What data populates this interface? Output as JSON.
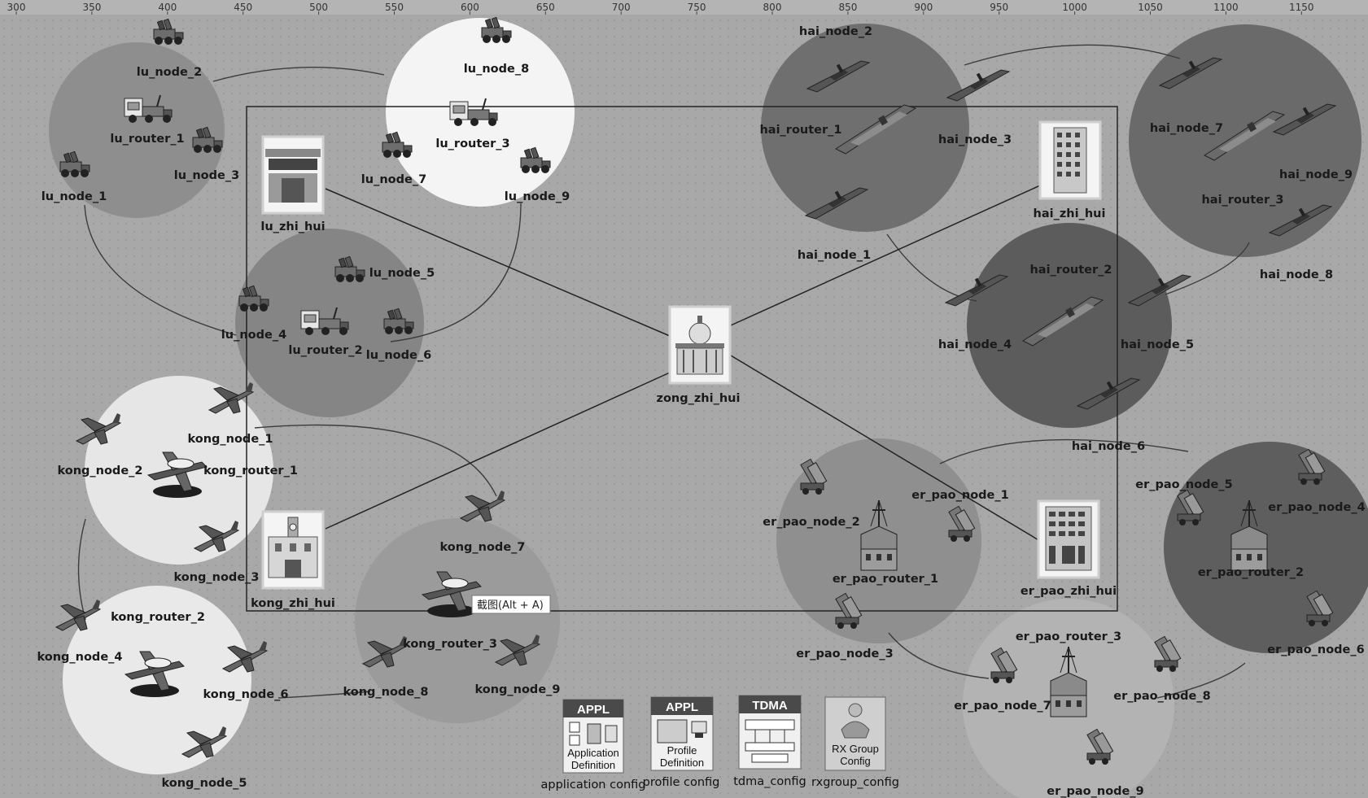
{
  "ruler": {
    "ticks": [
      "300",
      "350",
      "400",
      "450",
      "500",
      "550",
      "600",
      "650",
      "700",
      "750",
      "800",
      "850",
      "900",
      "950",
      "1000",
      "1050",
      "1100",
      "1150"
    ]
  },
  "tooltip": {
    "text": "截图(Alt + A)"
  },
  "nodes": {
    "lu_node_2": "lu_node_2",
    "lu_router_1": "lu_router_1",
    "lu_node_3": "lu_node_3",
    "lu_node_1": "lu_node_1",
    "lu_node_8": "lu_node_8",
    "lu_router_3": "lu_router_3",
    "lu_node_7": "lu_node_7",
    "lu_node_9": "lu_node_9",
    "lu_zhi_hui": "lu_zhi_hui",
    "lu_node_5": "lu_node_5",
    "lu_node_4": "lu_node_4",
    "lu_router_2": "lu_router_2",
    "lu_node_6": "lu_node_6",
    "hai_node_2": "hai_node_2",
    "hai_router_1": "hai_router_1",
    "hai_node_3": "hai_node_3",
    "hai_node_1": "hai_node_1",
    "hai_zhi_hui": "hai_zhi_hui",
    "hai_node_7": "hai_node_7",
    "hai_node_9": "hai_node_9",
    "hai_router_3": "hai_router_3",
    "hai_node_8": "hai_node_8",
    "hai_router_2": "hai_router_2",
    "hai_node_4": "hai_node_4",
    "hai_node_5": "hai_node_5",
    "hai_node_6": "hai_node_6",
    "zong_zhi_hui": "zong_zhi_hui",
    "kong_node_1": "kong_node_1",
    "kong_node_2": "kong_node_2",
    "kong_router_1": "kong_router_1",
    "kong_node_3": "kong_node_3",
    "kong_zhi_hui": "kong_zhi_hui",
    "kong_node_7": "kong_node_7",
    "kong_router_3": "kong_router_3",
    "kong_node_8": "kong_node_8",
    "kong_node_9": "kong_node_9",
    "kong_router_2": "kong_router_2",
    "kong_node_4": "kong_node_4",
    "kong_node_6": "kong_node_6",
    "kong_node_5": "kong_node_5",
    "er_pao_node_2": "er_pao_node_2",
    "er_pao_node_1": "er_pao_node_1",
    "er_pao_router_1": "er_pao_router_1",
    "er_pao_node_3": "er_pao_node_3",
    "er_pao_zhi_hui": "er_pao_zhi_hui",
    "er_pao_node_5": "er_pao_node_5",
    "er_pao_node_4": "er_pao_node_4",
    "er_pao_router_2": "er_pao_router_2",
    "er_pao_node_6": "er_pao_node_6",
    "er_pao_router_3": "er_pao_router_3",
    "er_pao_node_7": "er_pao_node_7",
    "er_pao_node_8": "er_pao_node_8",
    "er_pao_node_9": "er_pao_node_9"
  },
  "config": {
    "app": {
      "head": "APPL",
      "line1": "Application",
      "line2": "Definition",
      "label": "application config"
    },
    "profile": {
      "head": "APPL",
      "line1": "Profile",
      "line2": "Definition",
      "label": "profile config"
    },
    "tdma": {
      "head": "TDMA",
      "label": "tdma_config"
    },
    "rx": {
      "line1": "RX Group",
      "line2": "Config",
      "label": "rxgroup_config"
    }
  }
}
